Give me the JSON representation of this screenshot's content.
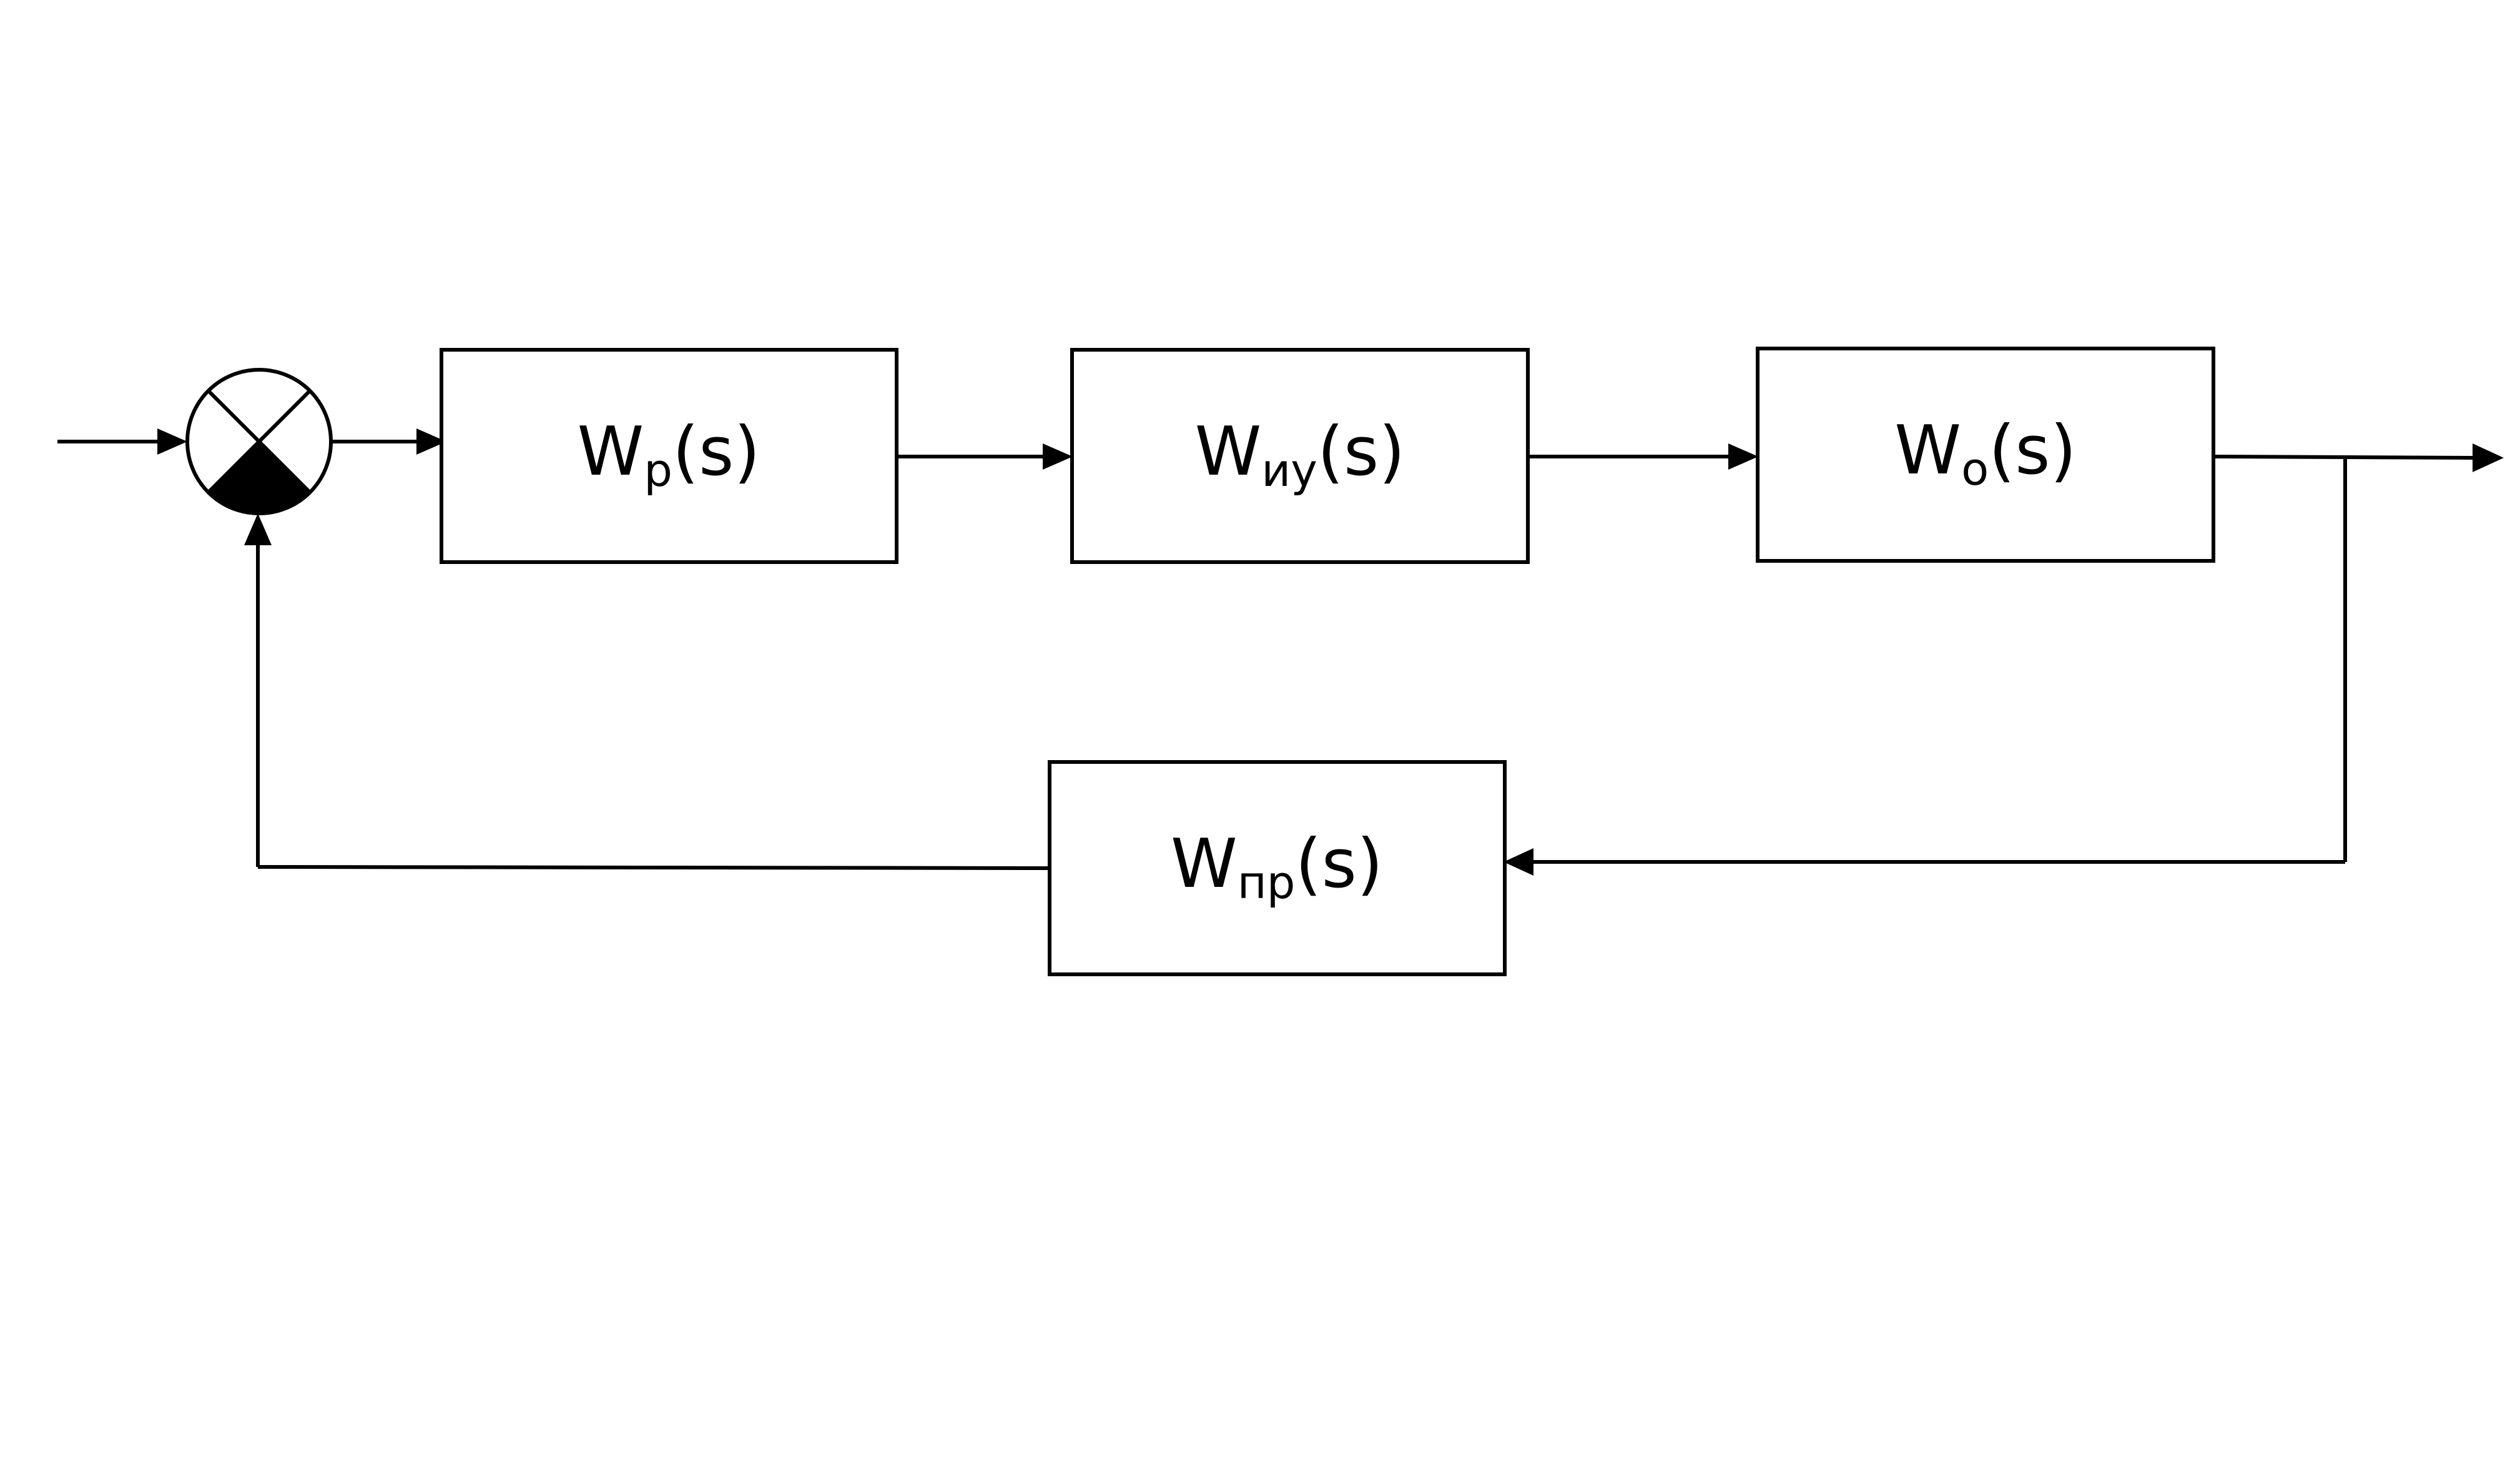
{
  "diagram": {
    "blocks": {
      "controller": {
        "symbol": "W",
        "subscript": "р",
        "argument": "(s)"
      },
      "actuator": {
        "symbol": "W",
        "subscript": "иу",
        "argument": "(s)"
      },
      "plant": {
        "symbol": "W",
        "subscript": "о",
        "argument": "(s)"
      },
      "transducer": {
        "symbol": "W",
        "subscript": "пр",
        "argument": "(s)"
      }
    },
    "summing_junction": {
      "type": "comparator",
      "shaded_sector": "bottom"
    },
    "connections": [
      {
        "from": "input",
        "to": "summing-junction"
      },
      {
        "from": "summing-junction",
        "to": "controller"
      },
      {
        "from": "controller",
        "to": "actuator"
      },
      {
        "from": "actuator",
        "to": "plant"
      },
      {
        "from": "plant",
        "to": "output"
      },
      {
        "from": "plant",
        "to": "transducer"
      },
      {
        "from": "transducer",
        "to": "summing-junction"
      }
    ],
    "colors": {
      "line": "#000000",
      "background": "#ffffff"
    }
  }
}
